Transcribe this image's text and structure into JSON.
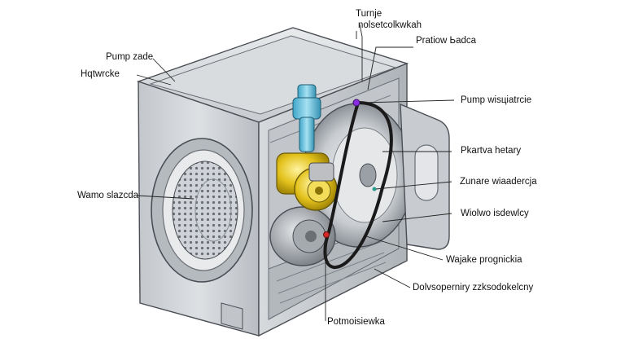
{
  "labels": {
    "top_a": "Turnje",
    "top_b": "nolsetcolkwkah",
    "pratiow": "Pratiow Ьadca",
    "pump_zade": "Pump zade",
    "hqtwrcke": "Hqtwrcke",
    "pump_wis": "Pump wisцiatrcie",
    "pkartva": "Pkartva hetary",
    "zunare": "Zunare wiaadercja",
    "wamo": "Wamo slazcda",
    "wiolwo": "Wiolwo isdewlcy",
    "wajake": "Wajake prognickia",
    "dolvso": "Dolvsoperniry zzksodokelcny",
    "potmo": "Potmoisiewka"
  },
  "colors": {
    "cabinet": "#cfd2d6",
    "cabinet_dark": "#9ea3a9",
    "outline": "#4a4e54",
    "pump_yellow": "#e3c21c",
    "valve_blue": "#6cc3de",
    "belt": "#1a1a1a",
    "marker_red": "#d62a2a",
    "marker_purple": "#8a2be2",
    "marker_teal": "#2a9d8f"
  },
  "icons": {
    "display_panel": "control-panel-icon",
    "door": "door-icon"
  }
}
